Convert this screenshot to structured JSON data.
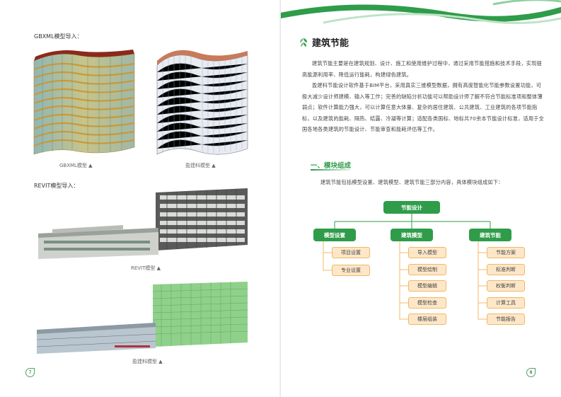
{
  "left_page": {
    "gbxml_label": "GBXML模型导入：",
    "gbxml_caption": "GBXML模型 ▲",
    "ys_caption_1": "盈建科模型 ▲",
    "revit_label": "REVIT模型导入：",
    "revit_caption": "REVIT模型 ▲",
    "ys_caption_2": "盈建科模型 ▲",
    "page_number": "7"
  },
  "right_page": {
    "title": "建筑节能",
    "para1": "建筑节能主要是在建筑规划、设计、施工和使用维护过程中，通过采用节能措施和技术手段，实现提高能源利用率、降低运行能耗，构建绿色建筑。",
    "para2": "盈建科节能设计软件基于BIM平台，采用真实三维模型数据，拥有高度智能化节能参数设置功能，可极大减少设计师建模、输入等工作；完善的缺陷分析功能可以帮助设计师了解不符合节能标准项和整体薄弱点；软件计算能力强大，可以计算任意大体量、复杂的居住建筑、公共建筑、工业建筑的各项节能指标，以及建筑的能耗、隔热、结露、冷凝等计算；适配各类国标、地标共70余本节能设计标准，适用于全国各地各类建筑的节能设计、节能审查和能耗评估等工作。",
    "section_title": "一、模块组成",
    "section_intro": "建筑节能包括模型设置、建筑模型、建筑节能三部分内容，具体模块组成如下：",
    "tree": {
      "root": "节能设计",
      "branches": [
        {
          "label": "模型设置",
          "children": [
            "项目设置",
            "专业设置"
          ]
        },
        {
          "label": "建筑模型",
          "children": [
            "导入模型",
            "模型绘制",
            "模型编辑",
            "模型检查",
            "楼层组装"
          ]
        },
        {
          "label": "建筑节能",
          "children": [
            "节能方案",
            "标准判断",
            "权衡判断",
            "计算工具",
            "节能报告"
          ]
        }
      ]
    },
    "page_number": "8"
  },
  "colors": {
    "accent_green": "#2f9c4a",
    "leaf_fill": "#fde7c8",
    "leaf_border": "#f0b868"
  }
}
